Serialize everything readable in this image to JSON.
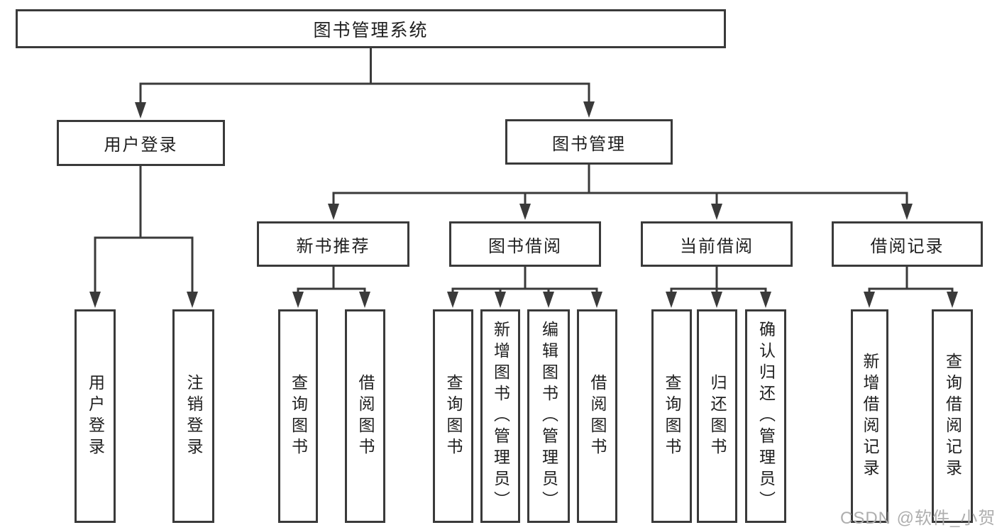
{
  "diagram_title": "图书管理系统",
  "tree": {
    "label": "图书管理系统",
    "children": [
      {
        "label": "用户登录",
        "children": [
          {
            "label": "用户登录"
          },
          {
            "label": "注销登录"
          }
        ]
      },
      {
        "label": "图书管理",
        "children": [
          {
            "label": "新书推荐",
            "children": [
              {
                "label": "查询图书"
              },
              {
                "label": "借阅图书"
              }
            ]
          },
          {
            "label": "图书借阅",
            "children": [
              {
                "label": "查询图书"
              },
              {
                "label": "新增图书（管理员）"
              },
              {
                "label": "编辑图书（管理员）"
              },
              {
                "label": "借阅图书"
              }
            ]
          },
          {
            "label": "当前借阅",
            "children": [
              {
                "label": "查询图书"
              },
              {
                "label": "归还图书"
              },
              {
                "label": "确认归还（管理员）"
              }
            ]
          },
          {
            "label": "借阅记录",
            "children": [
              {
                "label": "新增借阅记录"
              },
              {
                "label": "查询借阅记录"
              }
            ]
          }
        ]
      }
    ]
  },
  "watermark": {
    "text": "CSDN @软件_小贺同学"
  },
  "colors": {
    "line": "#3a3a3a",
    "text": "#1f1f1f",
    "watermark": "#aeaeae",
    "background": "#ffffff"
  }
}
